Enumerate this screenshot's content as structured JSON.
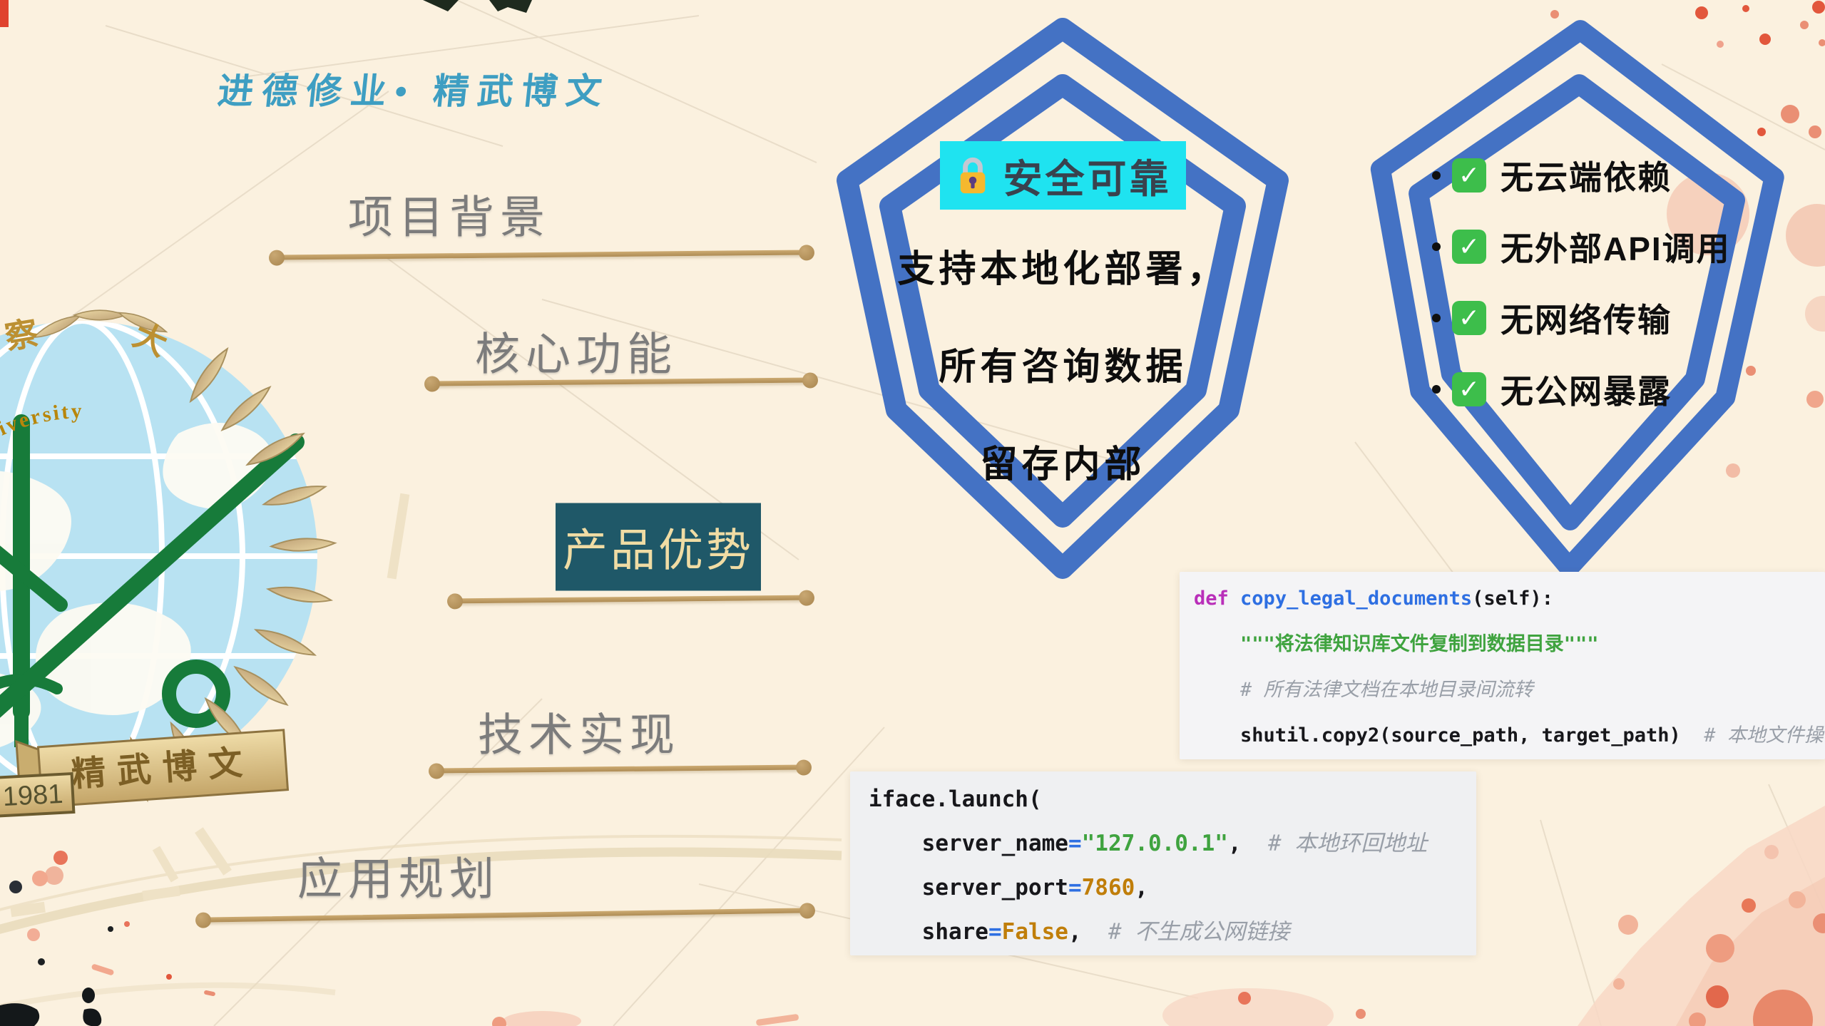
{
  "slide": {
    "motto": "进德修业• 精武博文"
  },
  "colors": {
    "background": "#FBF1DF",
    "motto_teal": "#3E9EC2",
    "shield_blue": "#4472C4",
    "badge_highlight_cyan": "#1FE3F0",
    "agenda_line_gold": "#C2A26A",
    "agenda_text_gray": "#7C7C7C",
    "agenda_active_bg": "#1F5868",
    "agenda_active_fg": "#F0DCA4",
    "check_green": "#3DBE4B",
    "code_bg_1": "#F4F4F6",
    "code_bg_2": "#EFF0F2"
  },
  "emblem": {
    "arc_cn": "警 察 大",
    "arc_en": "e's Police University",
    "banner": "精武博文",
    "year": "1981"
  },
  "agenda": {
    "items": [
      {
        "label": "项目背景",
        "active": false
      },
      {
        "label": "核心功能",
        "active": false
      },
      {
        "label": "产品优势",
        "active": true
      },
      {
        "label": "技术实现",
        "active": false
      },
      {
        "label": "应用规划",
        "active": false
      }
    ]
  },
  "center_shield": {
    "badge_icon": "lock-icon",
    "badge_text": "安全可靠",
    "lines": [
      "支持本地化部署，",
      "所有咨询数据",
      "留存内部"
    ]
  },
  "right_shield": {
    "items": [
      "无云端依赖",
      "无外部API调用",
      "无网络传输",
      "无公网暴露"
    ]
  },
  "code_blocks": {
    "block1": {
      "lines": [
        [
          [
            "kw",
            "def"
          ],
          [
            "plain",
            " "
          ],
          [
            "fn",
            "copy_legal_documents"
          ],
          [
            "plain",
            "(self):"
          ]
        ],
        [
          [
            "str",
            "    \"\"\"将法律知识库文件复制到数据目录\"\"\""
          ]
        ],
        [
          [
            "com",
            "    # 所有法律文档在本地目录间流转"
          ]
        ],
        [
          [
            "plain",
            "    shutil.copy2(source_path, target_path)"
          ],
          [
            "com",
            "  # 本地文件操作"
          ]
        ]
      ]
    },
    "block2": {
      "lines": [
        [
          [
            "plain",
            "iface.launch("
          ]
        ],
        [
          [
            "plain",
            "    server_name"
          ],
          [
            "op",
            "="
          ],
          [
            "str",
            "\"127.0.0.1\""
          ],
          [
            "plain",
            ","
          ],
          [
            "com",
            "  # 本地环回地址"
          ]
        ],
        [
          [
            "plain",
            "    server_port"
          ],
          [
            "op",
            "="
          ],
          [
            "val",
            "7860"
          ],
          [
            "plain",
            ","
          ]
        ],
        [
          [
            "plain",
            "    share"
          ],
          [
            "op",
            "="
          ],
          [
            "val",
            "False"
          ],
          [
            "plain",
            ","
          ],
          [
            "com",
            "  # 不生成公网链接"
          ]
        ]
      ]
    }
  }
}
